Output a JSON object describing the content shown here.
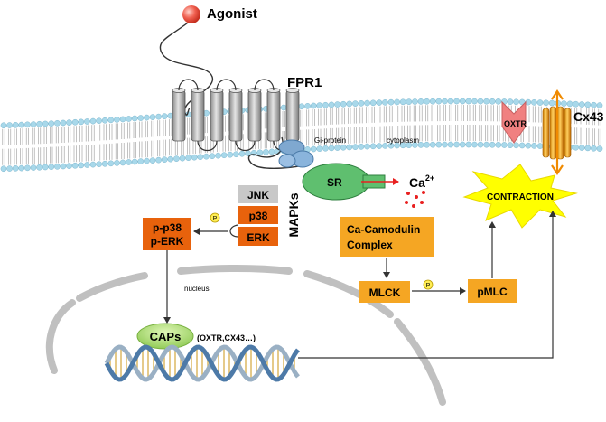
{
  "labels": {
    "agonist": "Agonist",
    "fpr1": "FPR1",
    "gi_protein": "Gi-protein",
    "cytoplasm": "cytoplasm",
    "oxtr": "OXTR",
    "cx43": "Cx43",
    "sr": "SR",
    "ca_base": "Ca",
    "ca_sup": "2+",
    "contraction": "CONTRACTION",
    "jnk": "JNK",
    "p38": "p38",
    "erk": "ERK",
    "mapks": "MAPKs",
    "p_p38": "p-p38",
    "p_erk": "p-ERK",
    "phospho": "P",
    "ca_camodulin_line1": "Ca-Camodulin",
    "ca_camodulin_line2": "Complex",
    "mlck": "MLCK",
    "pmlc": "pMLC",
    "nucleus": "nucleus",
    "caps": "CAPs",
    "caps_targets": "(OXTR,CX43…)"
  },
  "colors": {
    "membrane_head": "#a8d8ea",
    "receptor_gray": "#b8b8b8",
    "sr_green": "#5fbf6f",
    "orange_box": "#f5a623",
    "dark_orange": "#e8620c",
    "jnk_gray": "#c8c8c8",
    "starburst": "#ffff00",
    "caps_green": "#a8d86a",
    "oxtr_pink": "#f08080",
    "cx43_orange": "#f5a623",
    "ca_dots": "#e82020",
    "phospho_yellow": "#ffee55",
    "nucleus_gray": "#c0c0c0",
    "arrow_dark": "#333333"
  },
  "icons": {
    "agonist": "red-sphere-icon",
    "receptor": "seven-helix-receptor",
    "oxtr": "chevron-receptor-icon",
    "cx43": "channel-cylinder-icon",
    "dna": "double-helix-icon"
  }
}
